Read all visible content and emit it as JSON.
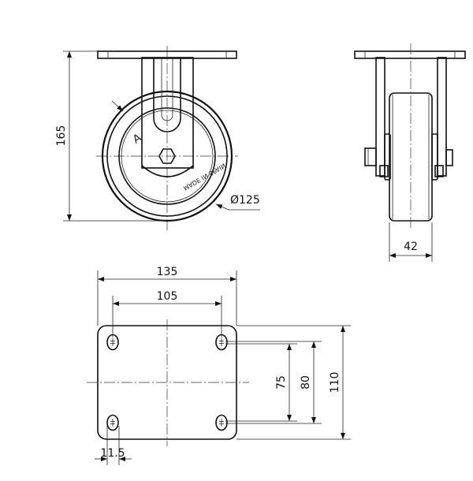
{
  "drawing": {
    "front_view": {
      "height_dim": "165",
      "diameter_dim": "Ø125",
      "wheel_marking": "MADE IN SPAIN",
      "logo_letter": "A"
    },
    "side_view": {
      "width_dim": "42"
    },
    "plate_view": {
      "plate_width_dim": "135",
      "hole_spacing_x_dim": "105",
      "hole_spacing_y_inner_dim": "75",
      "hole_spacing_y_outer_dim": "80",
      "plate_length_dim": "110",
      "slot_width_dim": "11.5"
    },
    "line_color": "#111111"
  }
}
